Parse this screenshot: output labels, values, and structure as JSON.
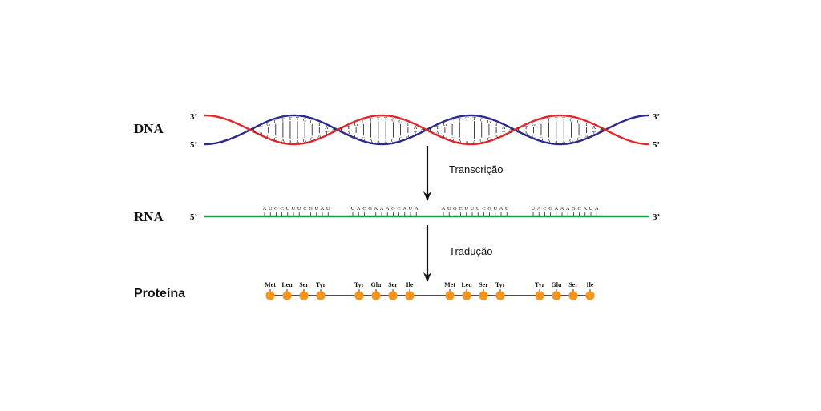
{
  "colors": {
    "dna_strand_a": "#e3262b",
    "dna_strand_b": "#2b2a8c",
    "rna_strand": "#1a9a4a",
    "amino_acid": "#f7941d",
    "arrow": "#111111",
    "text": "#111111"
  },
  "dna": {
    "label": "DNA",
    "left_top_end": "3’",
    "left_bottom_end": "5’",
    "right_top_end": "3’",
    "right_bottom_end": "5’",
    "segments": [
      {
        "top": "ATGCTTTCGTAT",
        "bottom": "TACGAAAGCATA"
      },
      {
        "top": "ATGCTTTCGTAT",
        "bottom": "TACGAAAGCATA"
      },
      {
        "top": "ATGCTTTCGTAT",
        "bottom": "TACGAAAGCATA"
      },
      {
        "top": "ATGCTTTCGTAT",
        "bottom": "TACGAAAGCATA"
      }
    ]
  },
  "transcription": {
    "label": "Transcrição"
  },
  "rna": {
    "label": "RNA",
    "left_end": "5’",
    "right_end": "3’",
    "sequences": [
      "AUGCUUUCGUAU",
      "UACGAAAGCAUA",
      "AUGCUUUCGUAU",
      "UACGAAAGCAUA"
    ]
  },
  "translation": {
    "label": "Tradução"
  },
  "protein": {
    "label": "Proteína",
    "groups": [
      [
        "Met",
        "Leu",
        "Ser",
        "Tyr"
      ],
      [
        "Tyr",
        "Glu",
        "Ser",
        "Ile"
      ],
      [
        "Met",
        "Leu",
        "Ser",
        "Tyr"
      ],
      [
        "Tyr",
        "Glu",
        "Ser",
        "Ile"
      ]
    ]
  }
}
